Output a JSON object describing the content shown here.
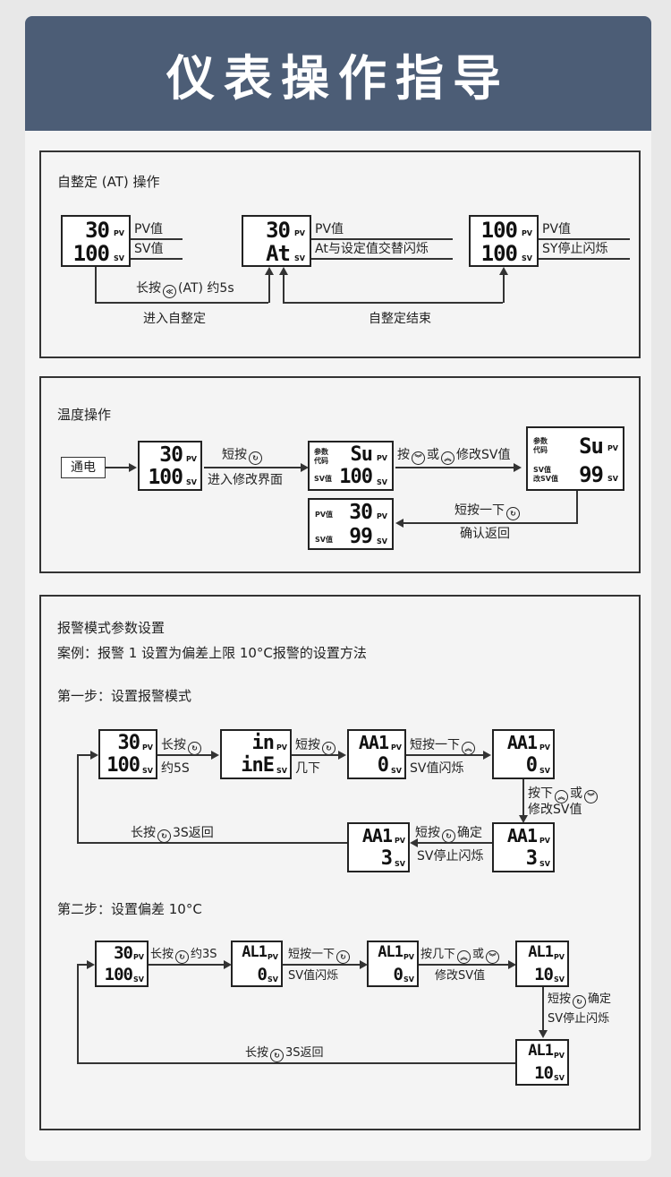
{
  "title": "仪表操作指导",
  "s1": {
    "title": "自整定 (AT) 操作",
    "d1": {
      "pv": "30",
      "sv": "100"
    },
    "d2": {
      "pv": "30",
      "sv": "At"
    },
    "d3": {
      "pv": "100",
      "sv": "100"
    },
    "pv_label": "PV值",
    "sv_label": "SV值",
    "at_label": "At与设定值交替闪烁",
    "sy_label": "SY停止闪烁",
    "press_label": "长按",
    "press_key": "≪",
    "press_tail": "(AT) 约5s",
    "enter_label": "进入自整定",
    "end_label": "自整定结束"
  },
  "s2": {
    "title": "温度操作",
    "power_label": "通电",
    "d1": {
      "pv": "30",
      "sv": "100"
    },
    "d2": {
      "pv": "Su",
      "sv": "100",
      "code1": "参数",
      "code2": "代码",
      "svl": "SV值"
    },
    "d3": {
      "pv": "Su",
      "sv": "99",
      "code1": "参数",
      "code2": "代码",
      "svl1": "SV值",
      "svl2": "改SV值"
    },
    "d4": {
      "pv": "30",
      "sv": "99",
      "pvl": "PV值",
      "svl": "SV值"
    },
    "short_press": "短按",
    "enter_edit": "进入修改界面",
    "press": "按",
    "or": "或",
    "modify_sv": "修改SV值",
    "short_once": "短按一下",
    "confirm_return": "确认返回"
  },
  "s3": {
    "title": "报警模式参数设置",
    "example": "案例：报警 1 设置为偏差上限 10°C报警的设置方法",
    "step1": "第一步：设置报警模式",
    "step2": "第二步：设置偏差 10°C",
    "a1": {
      "pv": "30",
      "sv": "100"
    },
    "a2": {
      "pv": "in",
      "sv": "inE"
    },
    "a3": {
      "pv": "AA1",
      "sv": "0"
    },
    "a4": {
      "pv": "AA1",
      "sv": "0"
    },
    "a5": {
      "pv": "AA1",
      "sv": "3"
    },
    "a6": {
      "pv": "AA1",
      "sv": "3"
    },
    "l_long": "长按",
    "l_5s": "约5S",
    "l_short": "短按",
    "l_few": "几下",
    "l_short_once": "短按一下",
    "l_sv_flash": "SV值闪烁",
    "l_press_down": "按下",
    "l_or": "或",
    "l_modify_sv": "修改SV值",
    "l_confirm_short": "短按",
    "l_confirm": "确定",
    "l_sv_stop": "SV停止闪烁",
    "l_long_back": "长按",
    "l_3s_back": "3S返回",
    "b1": {
      "pv": "30",
      "sv": "100"
    },
    "b2": {
      "pv": "AL1",
      "sv": "0"
    },
    "b3": {
      "pv": "AL1",
      "sv": "0"
    },
    "b4": {
      "pv": "AL1",
      "sv": "10"
    },
    "b5": {
      "pv": "AL1",
      "sv": "10"
    },
    "m_long": "长按",
    "m_3s": "约3S",
    "m_short_once": "短按一下",
    "m_sv_flash": "SV值闪烁",
    "m_press_few": "按几下",
    "m_or": "或",
    "m_modify_sv": "修改SV值",
    "m_short": "短按",
    "m_confirm": "确定",
    "m_sv_stop": "SV停止闪烁",
    "m_long_back": "长按",
    "m_3s_back": "3S返回"
  },
  "units": {
    "pv": "PV",
    "sv": "SV"
  },
  "icons": {
    "cw": "↻",
    "up": "︽",
    "down": "︾"
  },
  "colors": {
    "header": "#4c5d76",
    "line": "#333333"
  }
}
